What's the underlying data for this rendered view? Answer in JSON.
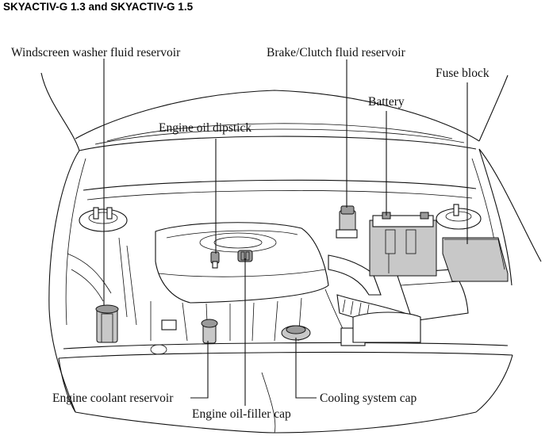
{
  "title": "SKYACTIV-G 1.3 and SKYACTIV-G 1.5",
  "labels": {
    "washer": "Windscreen washer fluid reservoir",
    "brake": "Brake/Clutch fluid reservoir",
    "fuse": "Fuse block",
    "battery": "Battery",
    "dipstick": "Engine oil dipstick",
    "coolant": "Engine coolant reservoir",
    "oil_filler": "Engine oil-filler cap",
    "cooling_cap": "Cooling system cap"
  }
}
